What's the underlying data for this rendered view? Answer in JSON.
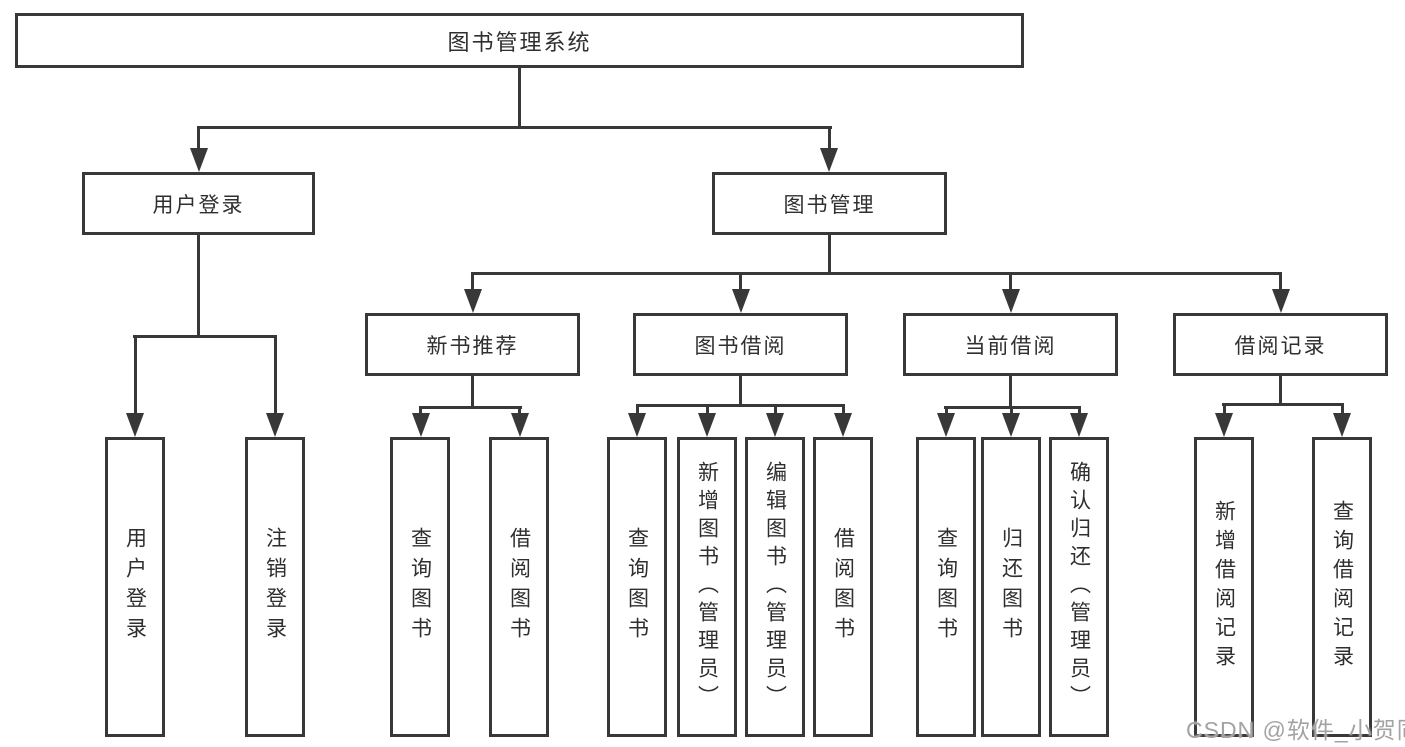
{
  "tree": {
    "root": {
      "label": "图书管理系统"
    },
    "branches": [
      {
        "label": "用户登录",
        "children": [
          {
            "label": "用户登录"
          },
          {
            "label": "注销登录"
          }
        ]
      },
      {
        "label": "图书管理",
        "children": [
          {
            "label": "新书推荐",
            "children": [
              {
                "label": "查询图书"
              },
              {
                "label": "借阅图书"
              }
            ]
          },
          {
            "label": "图书借阅",
            "children": [
              {
                "label": "查询图书"
              },
              {
                "label": "新增图书（管理员）"
              },
              {
                "label": "编辑图书（管理员）"
              },
              {
                "label": "借阅图书"
              }
            ]
          },
          {
            "label": "当前借阅",
            "children": [
              {
                "label": "查询图书"
              },
              {
                "label": "归还图书"
              },
              {
                "label": "确认归还（管理员）"
              }
            ]
          },
          {
            "label": "借阅记录",
            "children": [
              {
                "label": "新增借阅记录"
              },
              {
                "label": "查询借阅记录"
              }
            ]
          }
        ]
      }
    ]
  },
  "watermark": {
    "text": "CSDN @软件_小贺同学",
    "color": "#a3a3a3"
  },
  "colors": {
    "line": "#383838",
    "text": "#2f2f2f",
    "node_bg": "#ffffff",
    "canvas_bg": "#ffffff"
  }
}
